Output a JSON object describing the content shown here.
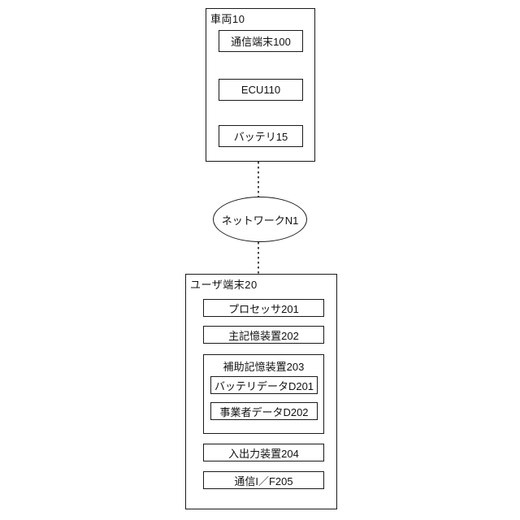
{
  "vehicle": {
    "label": "車両10",
    "nodes": [
      {
        "label": "通信端末100"
      },
      {
        "label": "ECU110"
      },
      {
        "label": "バッテリ15"
      }
    ]
  },
  "network": {
    "label": "ネットワークN1"
  },
  "user_terminal": {
    "label": "ユーザ端末20",
    "nodes": [
      {
        "label": "プロセッサ201"
      },
      {
        "label": "主記憶装置202"
      },
      {
        "label": "入出力装置204"
      },
      {
        "label": "通信I／F205"
      }
    ],
    "storage": {
      "label": "補助記憶装置203",
      "nodes": [
        {
          "label": "バッテリデータD201"
        },
        {
          "label": "事業者データD202"
        }
      ]
    }
  },
  "icons": {
    "hollow_double_arrow": "vertical-outline-double-arrow",
    "thin_double_arrow": "vertical-line-double-arrow",
    "dotted_connector": "dashed-vertical-line",
    "bus": "vertical-bus-with-branches"
  },
  "colors": {
    "line": "#1a1a1a",
    "background": "#ffffff"
  }
}
